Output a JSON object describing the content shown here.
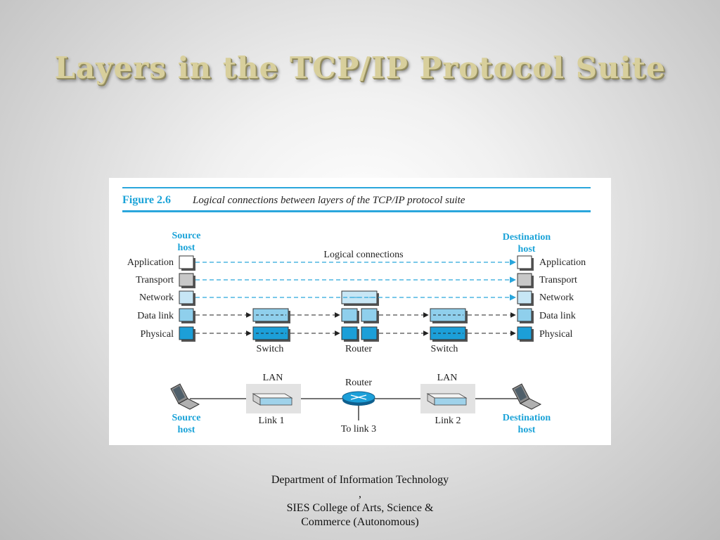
{
  "slide": {
    "title": "Layers in the TCP/IP Protocol Suite"
  },
  "figure": {
    "number": "Figure 2.6",
    "caption": "Logical connections between layers of the TCP/IP protocol suite",
    "logical_connections_label": "Logical connections",
    "source_host": {
      "line1": "Source",
      "line2": "host"
    },
    "destination_host": {
      "line1": "Destination",
      "line2": "host"
    },
    "layers": [
      "Application",
      "Transport",
      "Network",
      "Data link",
      "Physical"
    ],
    "devices": {
      "switch": "Switch",
      "router": "Router"
    },
    "lan": "LAN",
    "links": {
      "link1": "Link 1",
      "link2": "Link 2",
      "link3": "To link 3"
    },
    "colors": {
      "cyan_text": "#1ba3d8",
      "dash_blue": "#2aa6dc",
      "app": "#ffffff",
      "transport": "#c8c8c8",
      "network": "#c7e6f5",
      "datalink": "#8fcfec",
      "physical": "#1c9fd8"
    }
  },
  "footer": {
    "line1": "Department of Information Technology",
    "line2": ",",
    "line3": "SIES College of Arts, Science &",
    "line4": "Commerce (Autonomous)"
  }
}
